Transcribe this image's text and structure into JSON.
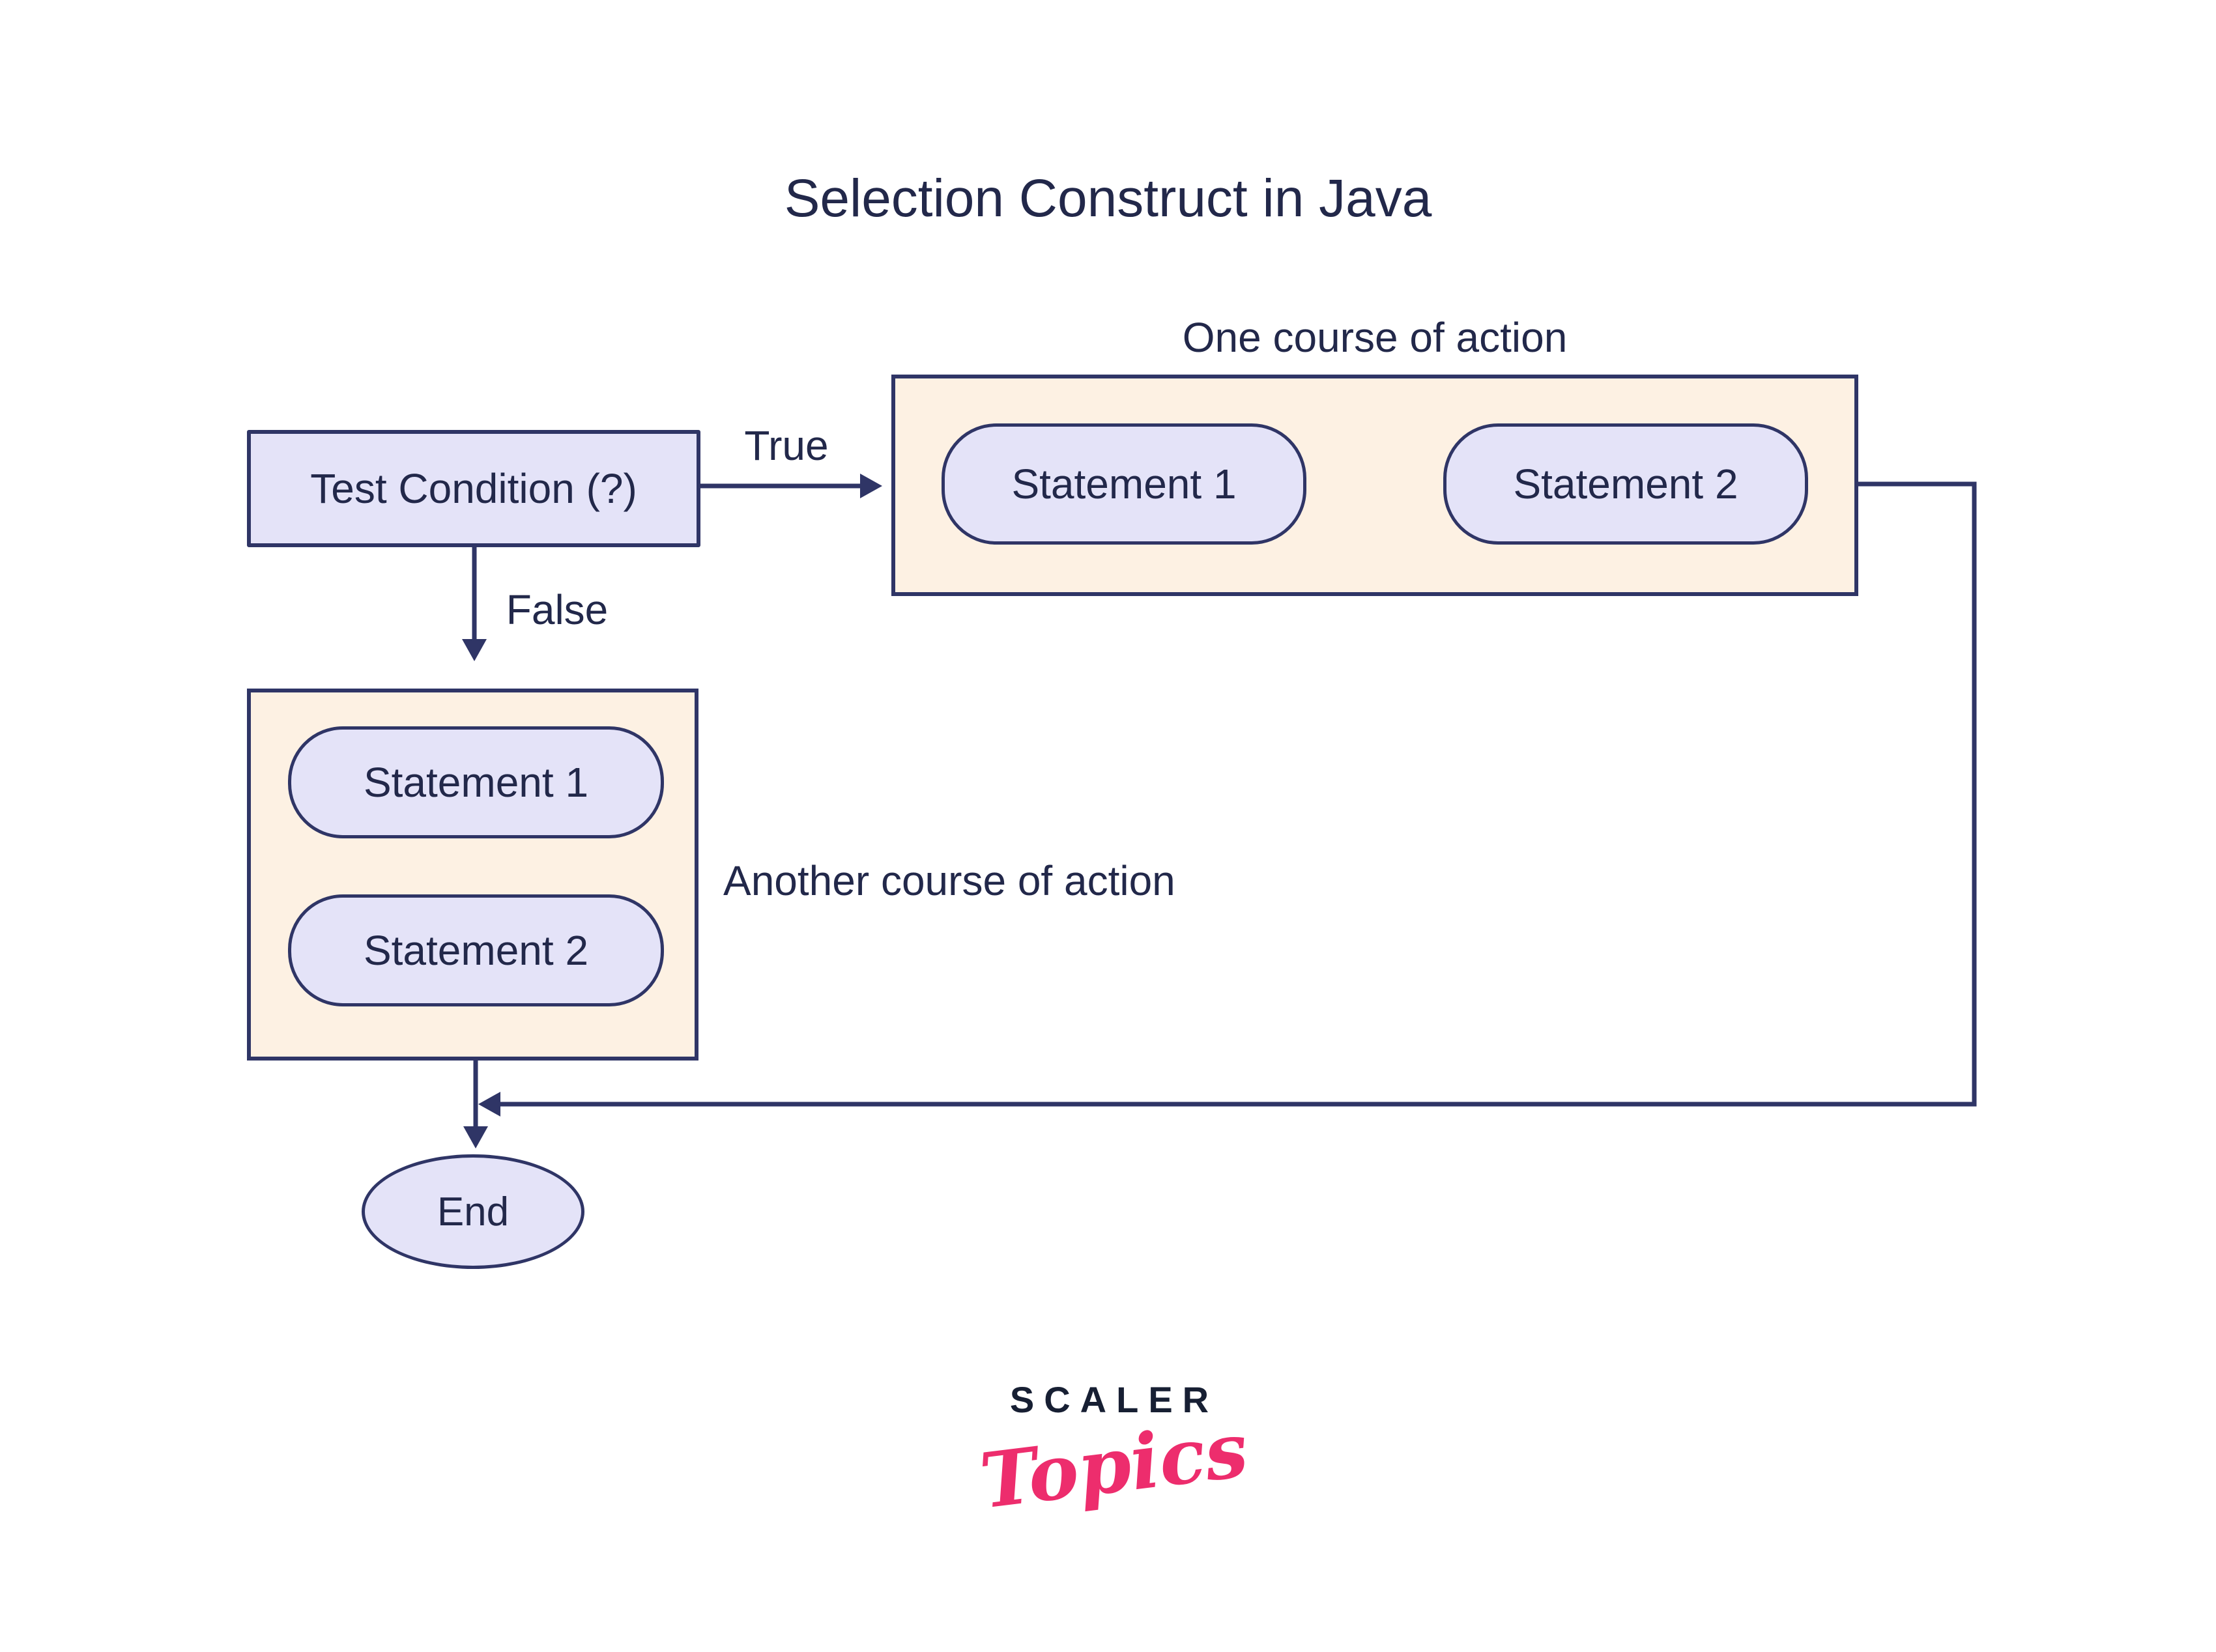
{
  "palette": {
    "line": "#2f3566",
    "node_fill": "#e4e3f8",
    "group_fill": "#fdf1e3",
    "text": "#22284a",
    "logo_navy": "#171f33",
    "logo_pink": "#ed2d6d",
    "bg": "#ffffff"
  },
  "diagram": {
    "title": "Selection Construct in Java",
    "test_condition": {
      "label": "Test Condition (?)"
    },
    "branch_true": {
      "label": "True"
    },
    "branch_false": {
      "label": "False"
    },
    "one_course": {
      "caption": "One course of action",
      "statements": [
        "Statement 1",
        "Statement 2"
      ]
    },
    "another_course": {
      "caption": "Another course of action",
      "statements": [
        "Statement 1",
        "Statement 2"
      ]
    },
    "end": {
      "label": "End"
    }
  },
  "logo": {
    "brand": "SCALER",
    "sub": "Topics"
  }
}
